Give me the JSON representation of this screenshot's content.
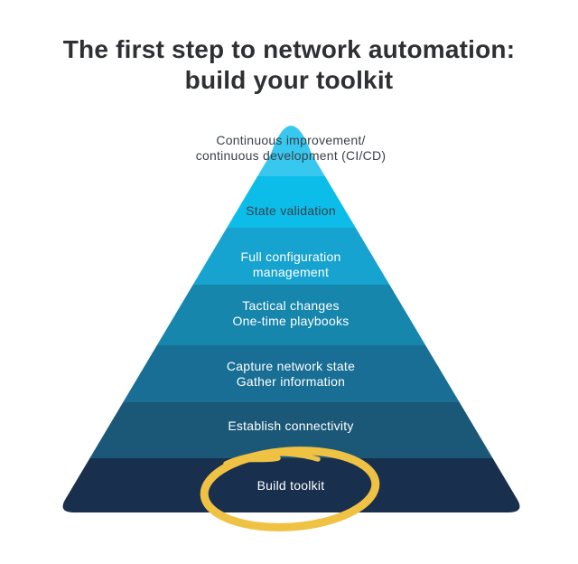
{
  "title": {
    "line1": "The first step to network automation:",
    "line2": "build your toolkit"
  },
  "pyramid": {
    "levels": [
      {
        "id": "ci-cd",
        "lines": [
          "Continuous improvement/",
          "continuous development (CI/CD)"
        ],
        "color": "#38c8ef",
        "text_color": "#39414b"
      },
      {
        "id": "state-validation",
        "lines": [
          "State validation"
        ],
        "color": "#0cbde9",
        "text_color": "#39414b"
      },
      {
        "id": "full-configuration",
        "lines": [
          "Full configuration",
          "management"
        ],
        "color": "#17a3cf",
        "text_color": "#ffffff"
      },
      {
        "id": "tactical-changes",
        "lines": [
          "Tactical changes",
          "One-time playbooks"
        ],
        "color": "#1786ac",
        "text_color": "#ffffff"
      },
      {
        "id": "capture-network-state",
        "lines": [
          "Capture network state",
          "Gather information"
        ],
        "color": "#186e94",
        "text_color": "#ffffff"
      },
      {
        "id": "establish-connectivity",
        "lines": [
          "Establish connectivity"
        ],
        "color": "#1b5877",
        "text_color": "#ffffff"
      },
      {
        "id": "build-toolkit",
        "lines": [
          "Build toolkit"
        ],
        "color": "#192f4e",
        "text_color": "#ffffff"
      }
    ]
  },
  "annotation": {
    "shape": "hand-drawn-marker-circle",
    "color": "#efc243",
    "highlights": "Build toolkit"
  },
  "background_color": "#ffffff"
}
